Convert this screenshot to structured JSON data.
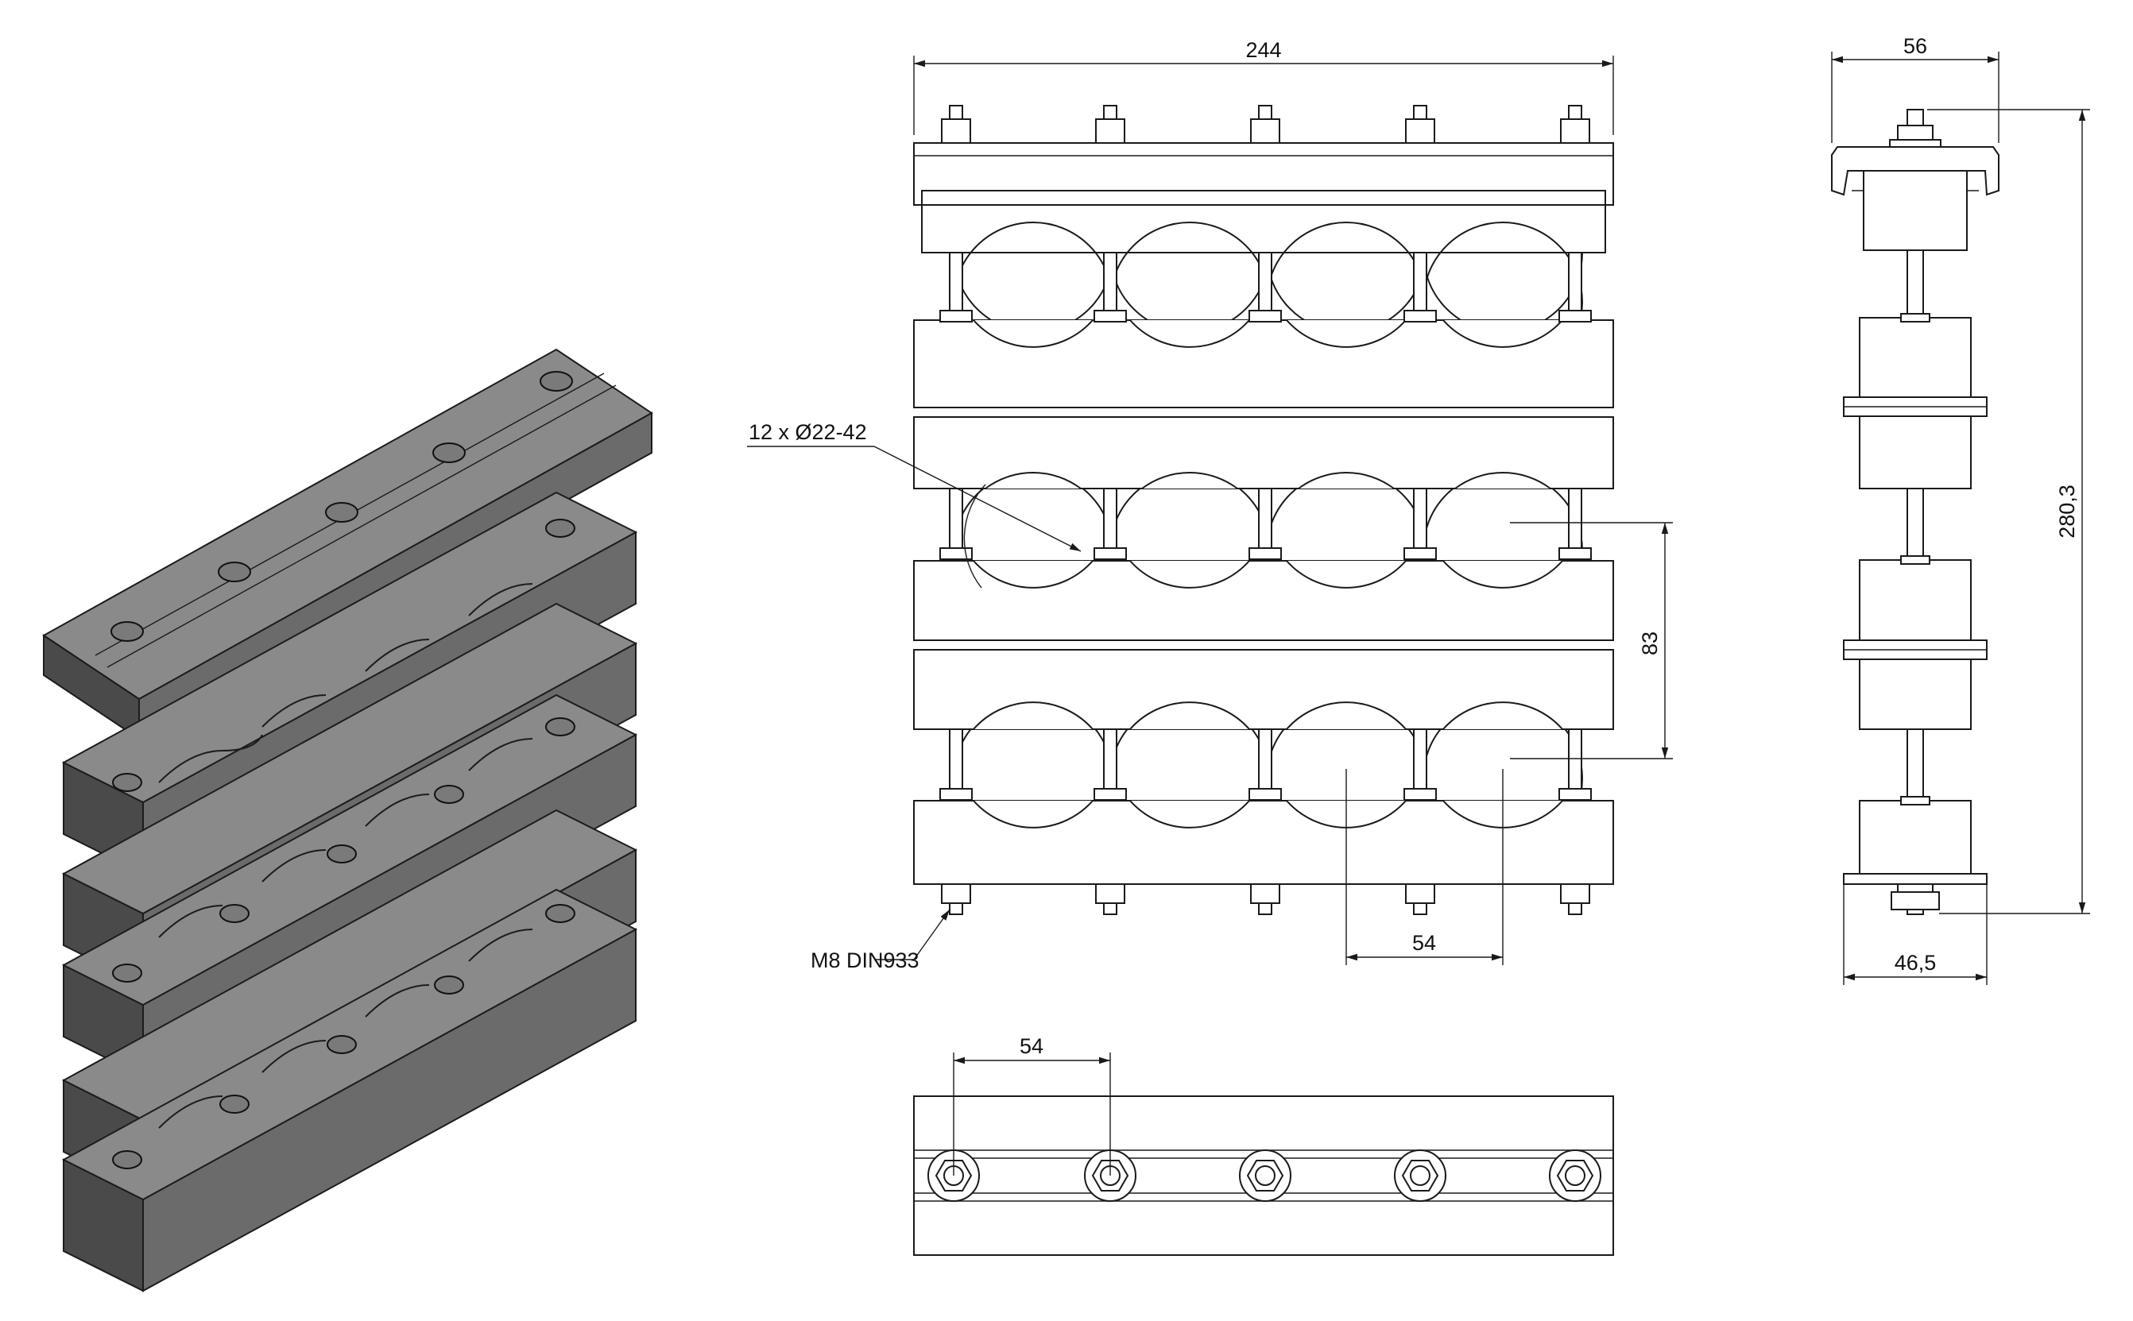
{
  "dimensions": {
    "overall_width": "244",
    "side_width": "56",
    "overall_height": "280,3",
    "row_pitch": "83",
    "hole_pitch_front": "54",
    "base_width": "46,5",
    "hole_pitch_top": "54"
  },
  "callouts": {
    "cable_range": "12 x Ø22-42",
    "bolt_spec": "M8 DIN933"
  },
  "colors": {
    "line": "#1a1a1a",
    "part_dark": "#4a4a4a",
    "background": "#ffffff"
  }
}
